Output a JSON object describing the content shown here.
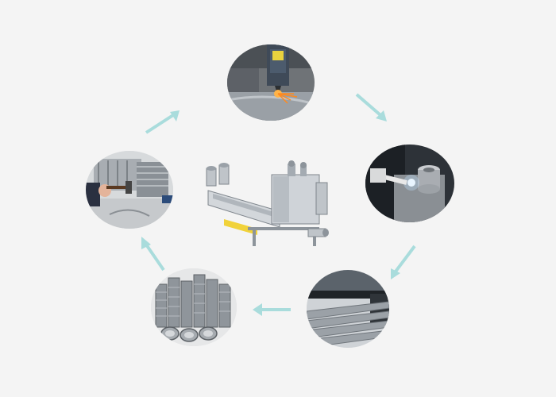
{
  "machine": {
    "icon": "screw-press-machine-icon",
    "label_text": "",
    "colors": {
      "steel": "#c9cdd2",
      "dark": "#8d949b",
      "yellow": "#f1d23a"
    }
  },
  "process_steps": [
    {
      "id": "laser",
      "icon": "laser-cutting-icon"
    },
    {
      "id": "welding",
      "icon": "welding-icon"
    },
    {
      "id": "bending",
      "icon": "sheet-bending-icon"
    },
    {
      "id": "rings",
      "icon": "ring-stack-icon"
    },
    {
      "id": "hammer",
      "icon": "hammer-assembly-icon"
    }
  ],
  "arrows": {
    "color": "#a9dcdc"
  }
}
